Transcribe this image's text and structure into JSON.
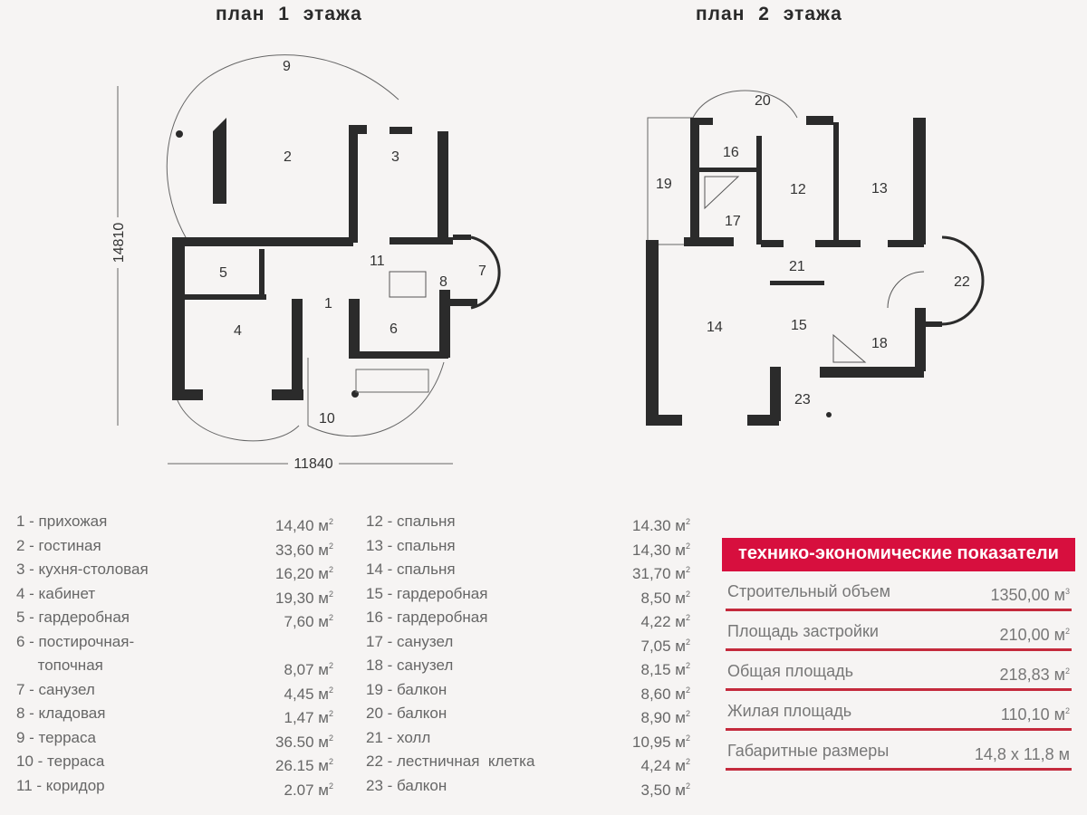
{
  "plan1": {
    "title": "план 1 этажа",
    "dim_width": "11840",
    "dim_height": "14810",
    "rooms": [
      "1",
      "2",
      "3",
      "4",
      "5",
      "6",
      "7",
      "8",
      "9",
      "10",
      "11"
    ]
  },
  "plan2": {
    "title": "план 2 этажа",
    "rooms": [
      "12",
      "13",
      "14",
      "15",
      "16",
      "17",
      "18",
      "19",
      "20",
      "21",
      "22",
      "23"
    ]
  },
  "rooms_floor1": [
    {
      "label": "1 - прихожая",
      "area": "14,40 м",
      "sup": "2"
    },
    {
      "label": "2 - гостиная",
      "area": "33,60 м",
      "sup": "2"
    },
    {
      "label": "3 - кухня-столовая",
      "area": "16,20 м",
      "sup": "2"
    },
    {
      "label": "4 - кабинет",
      "area": "19,30 м",
      "sup": "2"
    },
    {
      "label": "5 - гардеробная",
      "area": "7,60 м",
      "sup": "2"
    },
    {
      "label": "6 - постирочная-",
      "area": "",
      "sup": ""
    },
    {
      "label": "     топочная",
      "area": "8,07 м",
      "sup": "2"
    },
    {
      "label": "7 - санузел",
      "area": "4,45 м",
      "sup": "2"
    },
    {
      "label": "8 - кладовая",
      "area": "1,47 м",
      "sup": "2"
    },
    {
      "label": "9 - терраса",
      "area": "36.50 м",
      "sup": "2"
    },
    {
      "label": "10 - терраса",
      "area": "26.15 м",
      "sup": "2"
    },
    {
      "label": "11 - коридор",
      "area": "2.07 м",
      "sup": "2"
    }
  ],
  "rooms_floor2": [
    {
      "label": "12 - спальня",
      "area": "14.30 м",
      "sup": "2"
    },
    {
      "label": "13 - спальня",
      "area": "14,30 м",
      "sup": "2"
    },
    {
      "label": "14 - спальня",
      "area": "31,70 м",
      "sup": "2"
    },
    {
      "label": "15 - гардеробная",
      "area": "8,50 м",
      "sup": "2"
    },
    {
      "label": "16 - гардеробная",
      "area": "4,22 м",
      "sup": "2"
    },
    {
      "label": "17 - санузел",
      "area": "7,05 м",
      "sup": "2"
    },
    {
      "label": "18 - санузел",
      "area": "8,15 м",
      "sup": "2"
    },
    {
      "label": "19 - балкон",
      "area": "8,60 м",
      "sup": "2"
    },
    {
      "label": "20 - балкон",
      "area": "8,90 м",
      "sup": "2"
    },
    {
      "label": "21 - холл",
      "area": "10,95 м",
      "sup": "2"
    },
    {
      "label": "22 - лестничная  клетка",
      "area": "4,24 м",
      "sup": "2"
    },
    {
      "label": "23 - балкон",
      "area": "3,50 м",
      "sup": "2"
    }
  ],
  "tech": {
    "title": "технико-экономические показатели",
    "accent": "#d70f3e",
    "rows": [
      {
        "label": "Строительный объем",
        "value": "1350,00 м",
        "sup": "3"
      },
      {
        "label": "Площадь застройки",
        "value": "210,00 м",
        "sup": "2"
      },
      {
        "label": "Общая площадь",
        "value": "218,83 м",
        "sup": "2"
      },
      {
        "label": "Жилая площадь",
        "value": "110,10 м",
        "sup": "2"
      },
      {
        "label": "Габаритные размеры",
        "value": "14,8 х 11,8 м",
        "sup": ""
      }
    ]
  }
}
